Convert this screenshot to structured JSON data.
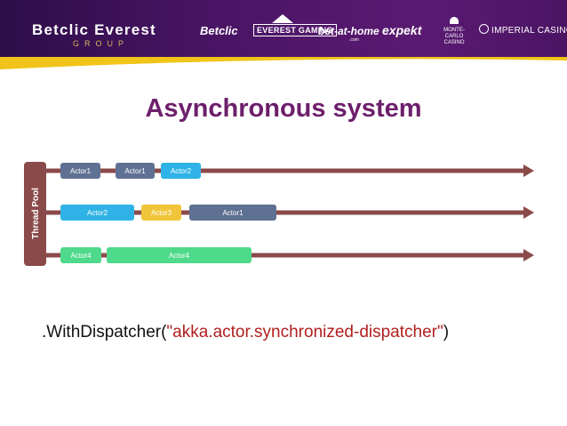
{
  "header": {
    "brand": "Betclic Everest",
    "group": "GROUP",
    "logos": {
      "betclic": "Betclic",
      "everest": "EVEREST GAMING",
      "bet_at_home": "bet-at-home",
      "bet_at_home_sub": ".com",
      "expekt": "expekt",
      "monte_carlo": "MONTE-CARLO CASINO",
      "imperial": "IMPERIAL CASINO"
    },
    "colors": {
      "header_bg": "#4a1565",
      "gold": "#f0c419"
    }
  },
  "slide": {
    "title": "Asynchronous system",
    "code_prefix": ".WithDispatcher(",
    "code_string": "\"akka.actor.synchronized-dispatcher\"",
    "code_suffix": ")"
  },
  "diagram": {
    "thread_pool_label": "Thread Pool",
    "thread_color": "#8b4a4a",
    "lanes": [
      {
        "actors": [
          {
            "label": "Actor1",
            "color": "#5f7193"
          },
          {
            "label": "Actor1",
            "color": "#5f7193"
          },
          {
            "label": "Actor2",
            "color": "#2fb3e6"
          }
        ]
      },
      {
        "actors": [
          {
            "label": "Actor2",
            "color": "#2fb3e6"
          },
          {
            "label": "Actor3",
            "color": "#f0c53a"
          },
          {
            "label": "Actor1",
            "color": "#5f7193"
          }
        ]
      },
      {
        "actors": [
          {
            "label": "Actor4",
            "color": "#4fd98b"
          },
          {
            "label": "Actor4",
            "color": "#4fd98b"
          }
        ]
      }
    ]
  }
}
